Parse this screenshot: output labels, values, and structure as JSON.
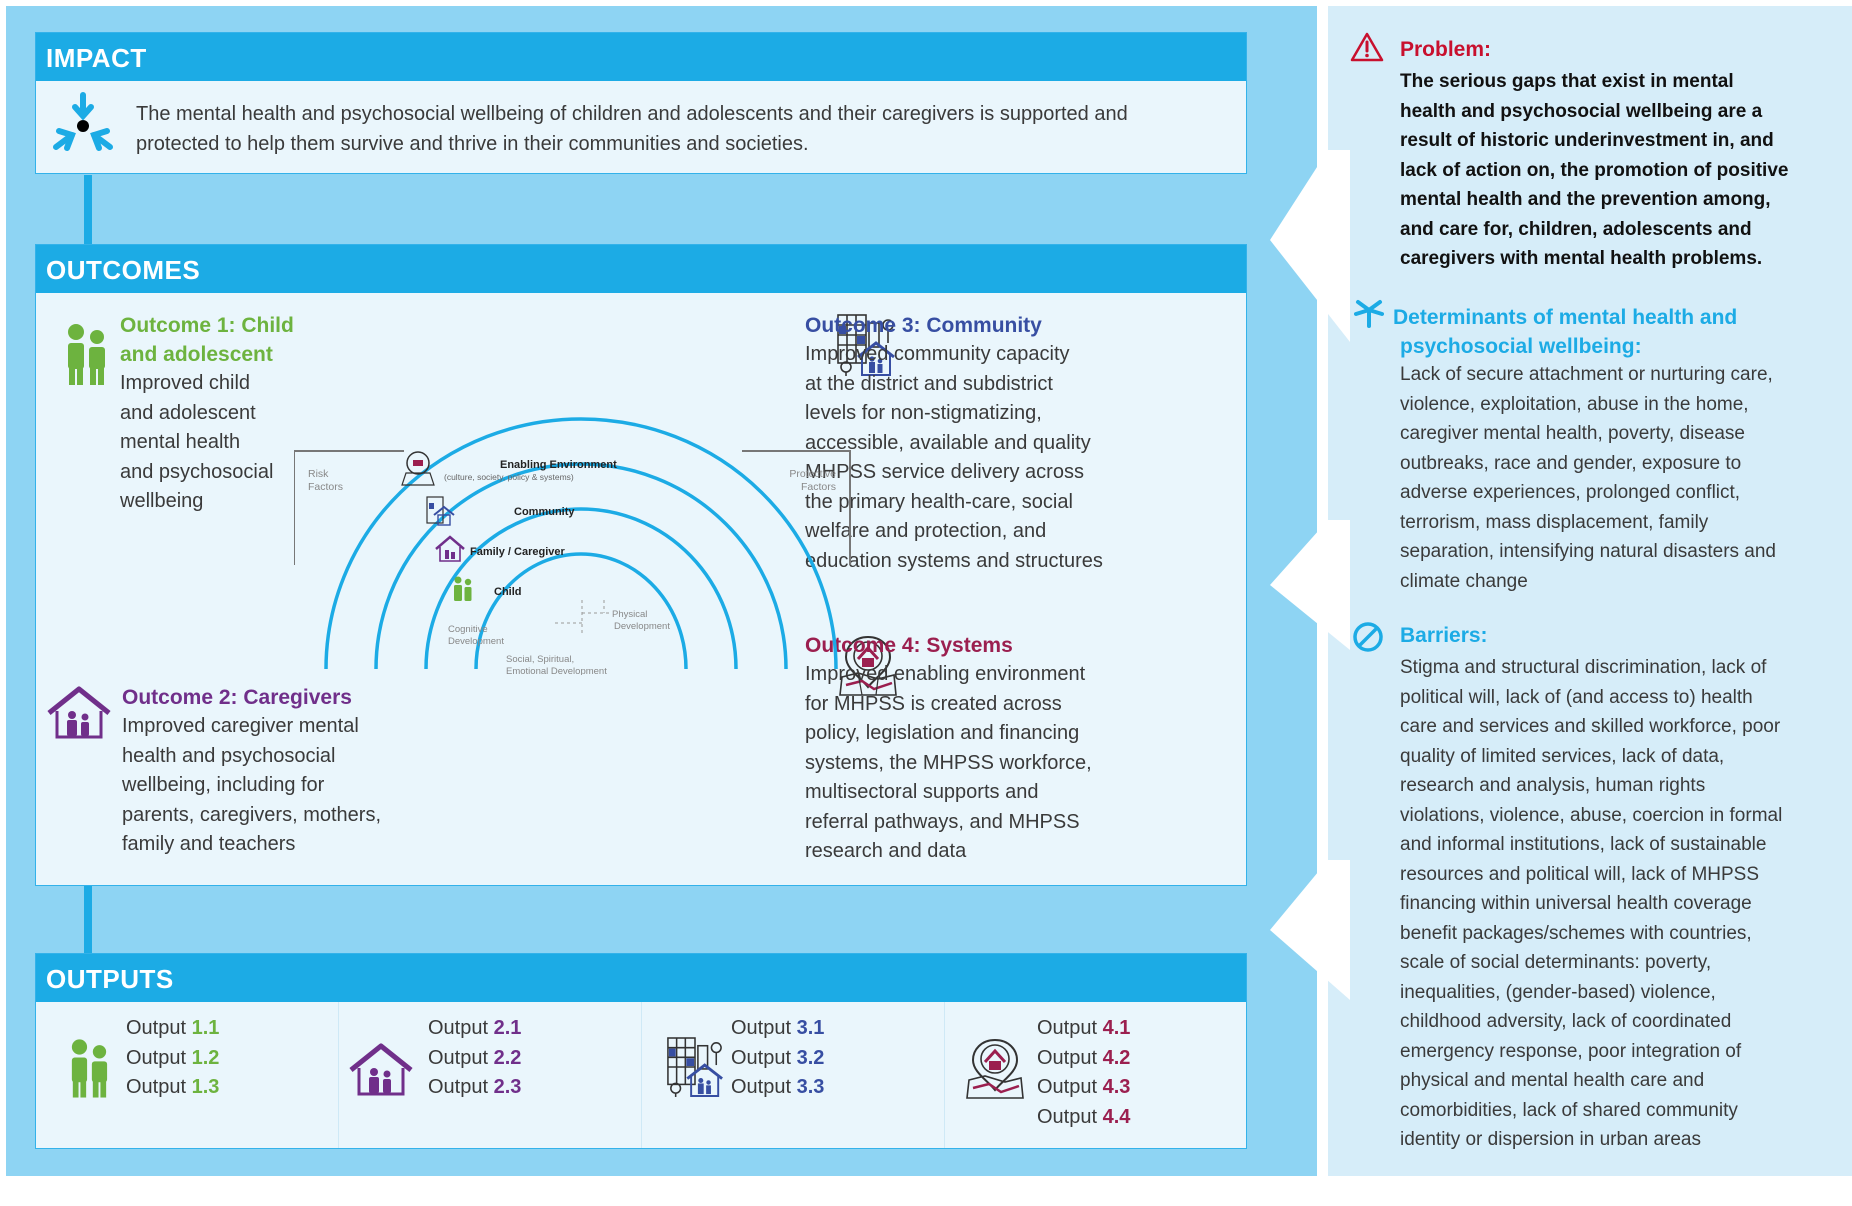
{
  "impact": {
    "header": "IMPACT",
    "text": "The mental health and psychosocial wellbeing of children and adolescents and their caregivers is supported and protected to help them survive and thrive in their communities and societies."
  },
  "outcomes": {
    "header": "OUTCOMES",
    "o1": {
      "title_l1": "Outcome 1: Child",
      "title_l2": "and adolescent",
      "body": [
        "Improved child",
        "and adolescent",
        "mental health",
        "and psychosocial",
        "wellbeing"
      ]
    },
    "o2": {
      "title": "Outcome 2: Caregivers",
      "body": [
        "Improved caregiver mental",
        "health and psychosocial",
        "wellbeing, including for",
        "parents, caregivers, mothers,",
        "family and teachers"
      ]
    },
    "o3": {
      "title": "Outcome 3: Community",
      "body": [
        "Improved community capacity",
        "at the district and subdistrict",
        "levels for non-stigmatizing,",
        "accessible, available and quality",
        "MHPSS service delivery across",
        "the primary health-care, social",
        "welfare and protection, and",
        "education systems and structures"
      ]
    },
    "o4": {
      "title": "Outcome 4: Systems",
      "body": [
        "Improved enabling environment",
        "for MHPSS is created across",
        "policy, legislation and financing",
        "systems, the MHPSS workforce,",
        "multisectoral supports and",
        "referral pathways, and MHPSS",
        "research and data"
      ]
    },
    "diagram": {
      "risk_l1": "Risk",
      "risk_l2": "Factors",
      "protective_l1": "Protective",
      "protective_l2": "Factors",
      "enabling": "Enabling Environment",
      "enabling_sub": "(culture, society, policy & systems)",
      "community": "Community",
      "family": "Family / Caregiver",
      "child": "Child",
      "physical_l1": "Physical",
      "physical_l2": "Development",
      "cognitive_l1": "Cognitive",
      "cognitive_l2": "Development",
      "social_l1": "Social, Spiritual,",
      "social_l2": "Emotional Development"
    }
  },
  "outputs": {
    "header": "OUTPUTS",
    "word": "Output",
    "col1": [
      "1.1",
      "1.2",
      "1.3"
    ],
    "col2": [
      "2.1",
      "2.2",
      "2.3"
    ],
    "col3": [
      "3.1",
      "3.2",
      "3.3"
    ],
    "col4": [
      "4.1",
      "4.2",
      "4.3",
      "4.4"
    ]
  },
  "problem": {
    "title": "Problem:",
    "lines": [
      "The serious gaps that exist in mental",
      "health and psychosocial wellbeing are a",
      "result of historic underinvestment in, and",
      "lack of action on, the promotion of positive",
      "mental health and the prevention among,",
      "and care for, children, adolescents and",
      "caregivers with mental health problems."
    ]
  },
  "determinants": {
    "title_l1": "Determinants of mental health and",
    "title_l2": "psychosocial wellbeing:",
    "lines": [
      "Lack of secure attachment or nurturing care,",
      "violence, exploitation, abuse in the home,",
      "caregiver mental health, poverty, disease",
      "outbreaks, race and gender, exposure to",
      "adverse experiences, prolonged conflict,",
      "terrorism, mass displacement, family",
      "separation, intensifying natural disasters and",
      "climate change"
    ]
  },
  "barriers": {
    "title": "Barriers:",
    "lines": [
      "Stigma and structural discrimination, lack of",
      "political will, lack of (and access to) health",
      "care and services and skilled workforce, poor",
      "quality of limited services, lack of data,",
      "research and analysis, human rights",
      "violations, violence, abuse, coercion in formal",
      "and informal institutions, lack of sustainable",
      "resources and political will, lack of MHPSS",
      "financing within universal health coverage",
      "benefit packages/schemes with countries,",
      "scale of social determinants: poverty,",
      "inequalities, (gender-based) violence,",
      "childhood adversity, lack of coordinated",
      "emergency response, poor integration of",
      "physical and mental health care and",
      "comorbidities, lack of shared community",
      "identity or dispersion in urban areas"
    ]
  },
  "colors": {
    "green": "#6db33f",
    "purple": "#702f8a",
    "blue": "#374ea2",
    "crimson": "#9b1f4f",
    "cyan": "#1cabe5",
    "red": "#c8102e"
  }
}
